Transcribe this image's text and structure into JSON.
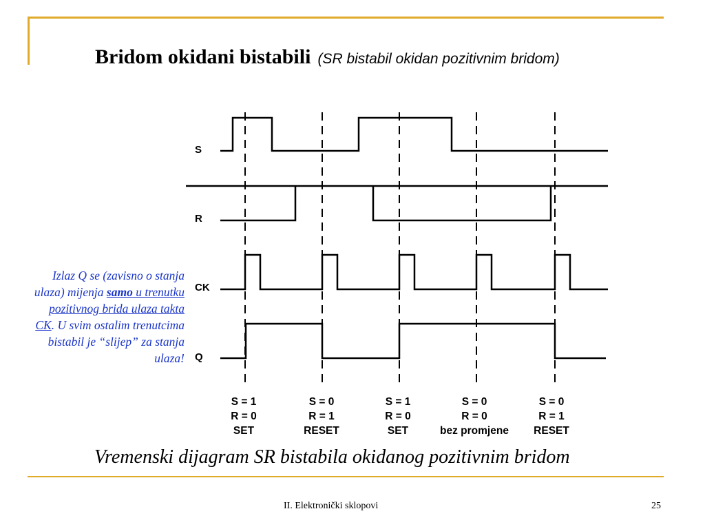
{
  "title": {
    "main": "Bridom okidani bistabili",
    "subtitle": "(SR bistabil okidan pozitivnim bridom)"
  },
  "side_note": {
    "part1": "Izlaz Q se (zavisno o stanja ulaza) mijenja ",
    "emph": "samo",
    "part2": " u trenutku pozitivnog brida ulaza takta CK",
    "part3": ". U svim ostalim trenutcima bistabil je “slijep” za stanja ulaza!"
  },
  "diagram": {
    "signals": [
      {
        "name": "S",
        "levels": [
          0,
          1,
          0,
          1,
          0,
          0
        ]
      },
      {
        "name": "R",
        "levels": [
          0,
          1,
          0,
          0,
          1,
          1
        ]
      },
      {
        "name": "CK",
        "levels": [
          0,
          1,
          0,
          1,
          0,
          1,
          0,
          1,
          0,
          1,
          0
        ]
      },
      {
        "name": "Q",
        "levels": [
          0,
          1,
          0,
          1,
          0
        ]
      }
    ],
    "annotations": [
      {
        "lines": [
          "S = 1",
          "R = 0",
          "SET"
        ]
      },
      {
        "lines": [
          "S = 0",
          "R = 1",
          "RESET"
        ]
      },
      {
        "lines": [
          "S = 1",
          "R = 0",
          "SET"
        ]
      },
      {
        "lines": [
          "S = 0",
          "R = 0",
          "bez promjene"
        ]
      },
      {
        "lines": [
          "S = 0",
          "R = 1",
          "RESET"
        ]
      }
    ]
  },
  "caption": "Vremenski dijagram SR bistabila okidanog pozitivnim bridom",
  "footer": {
    "text": "II. Elektronički sklopovi",
    "page": "25"
  },
  "colors": {
    "accent": "#e0aa2a",
    "note_text": "#1a35c8"
  }
}
